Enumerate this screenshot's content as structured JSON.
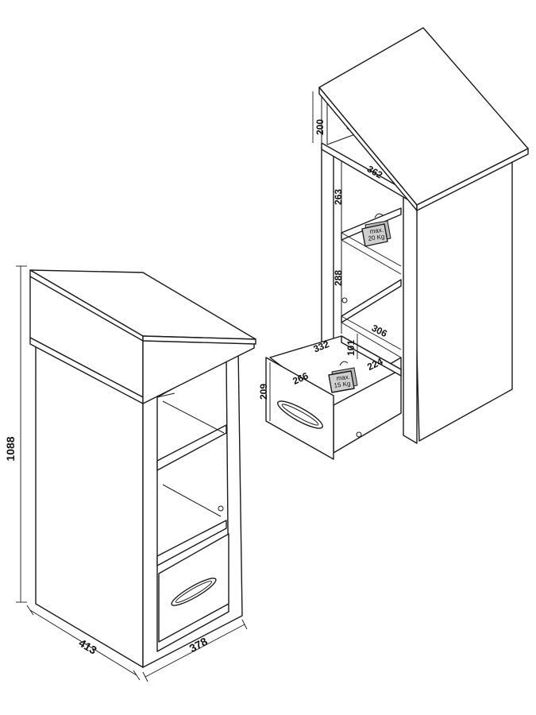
{
  "dimensions": {
    "height_total": "1088",
    "depth_front": "413",
    "width_front": "378",
    "top_section_height": "200",
    "top_inner_width": "362",
    "shelf_upper_height": "263",
    "shelf_lower_height": "288",
    "shelf_depth": "306",
    "drawer_outer_depth": "332",
    "drawer_inner_height": "101",
    "drawer_inner_width": "266",
    "drawer_inner_depth": "224",
    "drawer_front_height": "209"
  },
  "weights": {
    "shelf_max_line1": "max.",
    "shelf_max_line2": "20 Kg",
    "drawer_max_line1": "max.",
    "drawer_max_line2": "15 Kg"
  }
}
